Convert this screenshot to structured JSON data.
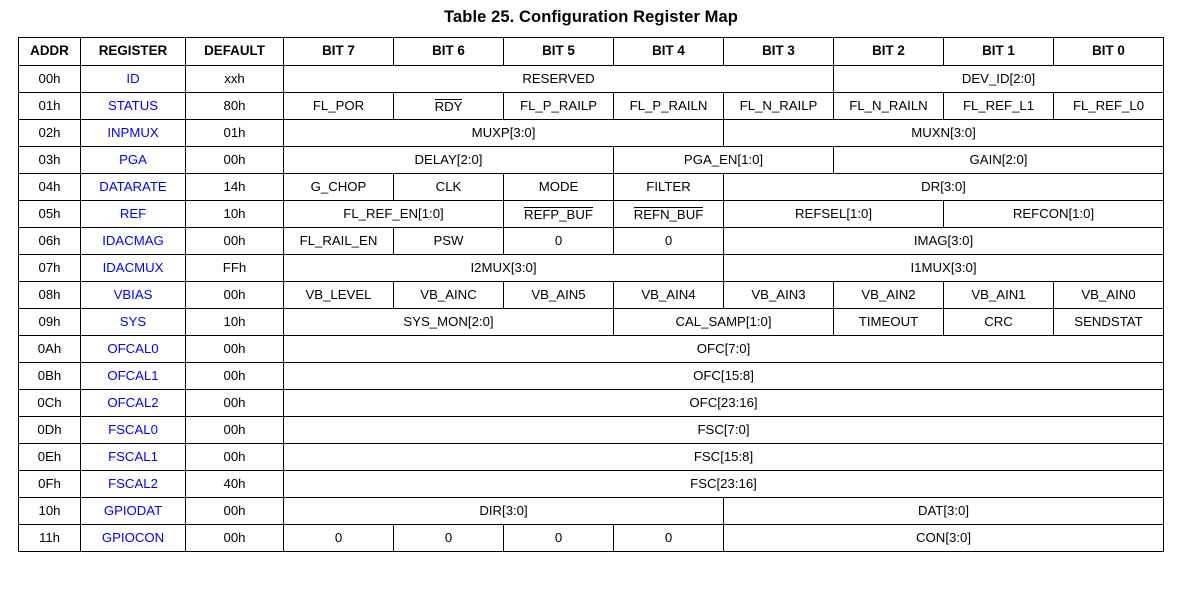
{
  "title": "Table 25. Configuration Register Map",
  "colors": {
    "register_link": "#0000ff",
    "text": "#000000",
    "border": "#000000",
    "background": "#ffffff"
  },
  "table": {
    "headers": [
      "ADDR",
      "REGISTER",
      "DEFAULT",
      "BIT 7",
      "BIT 6",
      "BIT 5",
      "BIT 4",
      "BIT 3",
      "BIT 2",
      "BIT 1",
      "BIT 0"
    ],
    "rows": [
      {
        "addr": "00h",
        "register": "ID",
        "default": "xxh",
        "fields": [
          {
            "label": "RESERVED",
            "span": 5,
            "overbar": false
          },
          {
            "label": "DEV_ID[2:0]",
            "span": 3,
            "overbar": false
          }
        ]
      },
      {
        "addr": "01h",
        "register": "STATUS",
        "default": "80h",
        "fields": [
          {
            "label": "FL_POR",
            "span": 1,
            "overbar": false
          },
          {
            "label": "RDY",
            "span": 1,
            "overbar": true
          },
          {
            "label": "FL_P_RAILP",
            "span": 1,
            "overbar": false
          },
          {
            "label": "FL_P_RAILN",
            "span": 1,
            "overbar": false
          },
          {
            "label": "FL_N_RAILP",
            "span": 1,
            "overbar": false
          },
          {
            "label": "FL_N_RAILN",
            "span": 1,
            "overbar": false
          },
          {
            "label": "FL_REF_L1",
            "span": 1,
            "overbar": false
          },
          {
            "label": "FL_REF_L0",
            "span": 1,
            "overbar": false
          }
        ]
      },
      {
        "addr": "02h",
        "register": "INPMUX",
        "default": "01h",
        "fields": [
          {
            "label": "MUXP[3:0]",
            "span": 4,
            "overbar": false
          },
          {
            "label": "MUXN[3:0]",
            "span": 4,
            "overbar": false
          }
        ]
      },
      {
        "addr": "03h",
        "register": "PGA",
        "default": "00h",
        "fields": [
          {
            "label": "DELAY[2:0]",
            "span": 3,
            "overbar": false
          },
          {
            "label": "PGA_EN[1:0]",
            "span": 2,
            "overbar": false
          },
          {
            "label": "GAIN[2:0]",
            "span": 3,
            "overbar": false
          }
        ]
      },
      {
        "addr": "04h",
        "register": "DATARATE",
        "default": "14h",
        "fields": [
          {
            "label": "G_CHOP",
            "span": 1,
            "overbar": false
          },
          {
            "label": "CLK",
            "span": 1,
            "overbar": false
          },
          {
            "label": "MODE",
            "span": 1,
            "overbar": false
          },
          {
            "label": "FILTER",
            "span": 1,
            "overbar": false
          },
          {
            "label": "DR[3:0]",
            "span": 4,
            "overbar": false
          }
        ]
      },
      {
        "addr": "05h",
        "register": "REF",
        "default": "10h",
        "fields": [
          {
            "label": "FL_REF_EN[1:0]",
            "span": 2,
            "overbar": false
          },
          {
            "label": "REFP_BUF",
            "span": 1,
            "overbar": true
          },
          {
            "label": "REFN_BUF",
            "span": 1,
            "overbar": true
          },
          {
            "label": "REFSEL[1:0]",
            "span": 2,
            "overbar": false
          },
          {
            "label": "REFCON[1:0]",
            "span": 2,
            "overbar": false
          }
        ]
      },
      {
        "addr": "06h",
        "register": "IDACMAG",
        "default": "00h",
        "fields": [
          {
            "label": "FL_RAIL_EN",
            "span": 1,
            "overbar": false
          },
          {
            "label": "PSW",
            "span": 1,
            "overbar": false
          },
          {
            "label": "0",
            "span": 1,
            "overbar": false
          },
          {
            "label": "0",
            "span": 1,
            "overbar": false
          },
          {
            "label": "IMAG[3:0]",
            "span": 4,
            "overbar": false
          }
        ]
      },
      {
        "addr": "07h",
        "register": "IDACMUX",
        "default": "FFh",
        "fields": [
          {
            "label": "I2MUX[3:0]",
            "span": 4,
            "overbar": false
          },
          {
            "label": "I1MUX[3:0]",
            "span": 4,
            "overbar": false
          }
        ]
      },
      {
        "addr": "08h",
        "register": "VBIAS",
        "default": "00h",
        "fields": [
          {
            "label": "VB_LEVEL",
            "span": 1,
            "overbar": false
          },
          {
            "label": "VB_AINC",
            "span": 1,
            "overbar": false
          },
          {
            "label": "VB_AIN5",
            "span": 1,
            "overbar": false
          },
          {
            "label": "VB_AIN4",
            "span": 1,
            "overbar": false
          },
          {
            "label": "VB_AIN3",
            "span": 1,
            "overbar": false
          },
          {
            "label": "VB_AIN2",
            "span": 1,
            "overbar": false
          },
          {
            "label": "VB_AIN1",
            "span": 1,
            "overbar": false
          },
          {
            "label": "VB_AIN0",
            "span": 1,
            "overbar": false
          }
        ]
      },
      {
        "addr": "09h",
        "register": "SYS",
        "default": "10h",
        "fields": [
          {
            "label": "SYS_MON[2:0]",
            "span": 3,
            "overbar": false
          },
          {
            "label": "CAL_SAMP[1:0]",
            "span": 2,
            "overbar": false
          },
          {
            "label": "TIMEOUT",
            "span": 1,
            "overbar": false
          },
          {
            "label": "CRC",
            "span": 1,
            "overbar": false
          },
          {
            "label": "SENDSTAT",
            "span": 1,
            "overbar": false
          }
        ]
      },
      {
        "addr": "0Ah",
        "register": "OFCAL0",
        "default": "00h",
        "fields": [
          {
            "label": "OFC[7:0]",
            "span": 8,
            "overbar": false
          }
        ]
      },
      {
        "addr": "0Bh",
        "register": "OFCAL1",
        "default": "00h",
        "fields": [
          {
            "label": "OFC[15:8]",
            "span": 8,
            "overbar": false
          }
        ]
      },
      {
        "addr": "0Ch",
        "register": "OFCAL2",
        "default": "00h",
        "fields": [
          {
            "label": "OFC[23:16]",
            "span": 8,
            "overbar": false
          }
        ]
      },
      {
        "addr": "0Dh",
        "register": "FSCAL0",
        "default": "00h",
        "fields": [
          {
            "label": "FSC[7:0]",
            "span": 8,
            "overbar": false
          }
        ]
      },
      {
        "addr": "0Eh",
        "register": "FSCAL1",
        "default": "00h",
        "fields": [
          {
            "label": "FSC[15:8]",
            "span": 8,
            "overbar": false
          }
        ]
      },
      {
        "addr": "0Fh",
        "register": "FSCAL2",
        "default": "40h",
        "fields": [
          {
            "label": "FSC[23:16]",
            "span": 8,
            "overbar": false
          }
        ]
      },
      {
        "addr": "10h",
        "register": "GPIODAT",
        "default": "00h",
        "fields": [
          {
            "label": "DIR[3:0]",
            "span": 4,
            "overbar": false
          },
          {
            "label": "DAT[3:0]",
            "span": 4,
            "overbar": false
          }
        ]
      },
      {
        "addr": "11h",
        "register": "GPIOCON",
        "default": "00h",
        "fields": [
          {
            "label": "0",
            "span": 1,
            "overbar": false
          },
          {
            "label": "0",
            "span": 1,
            "overbar": false
          },
          {
            "label": "0",
            "span": 1,
            "overbar": false
          },
          {
            "label": "0",
            "span": 1,
            "overbar": false
          },
          {
            "label": "CON[3:0]",
            "span": 4,
            "overbar": false
          }
        ]
      }
    ]
  }
}
